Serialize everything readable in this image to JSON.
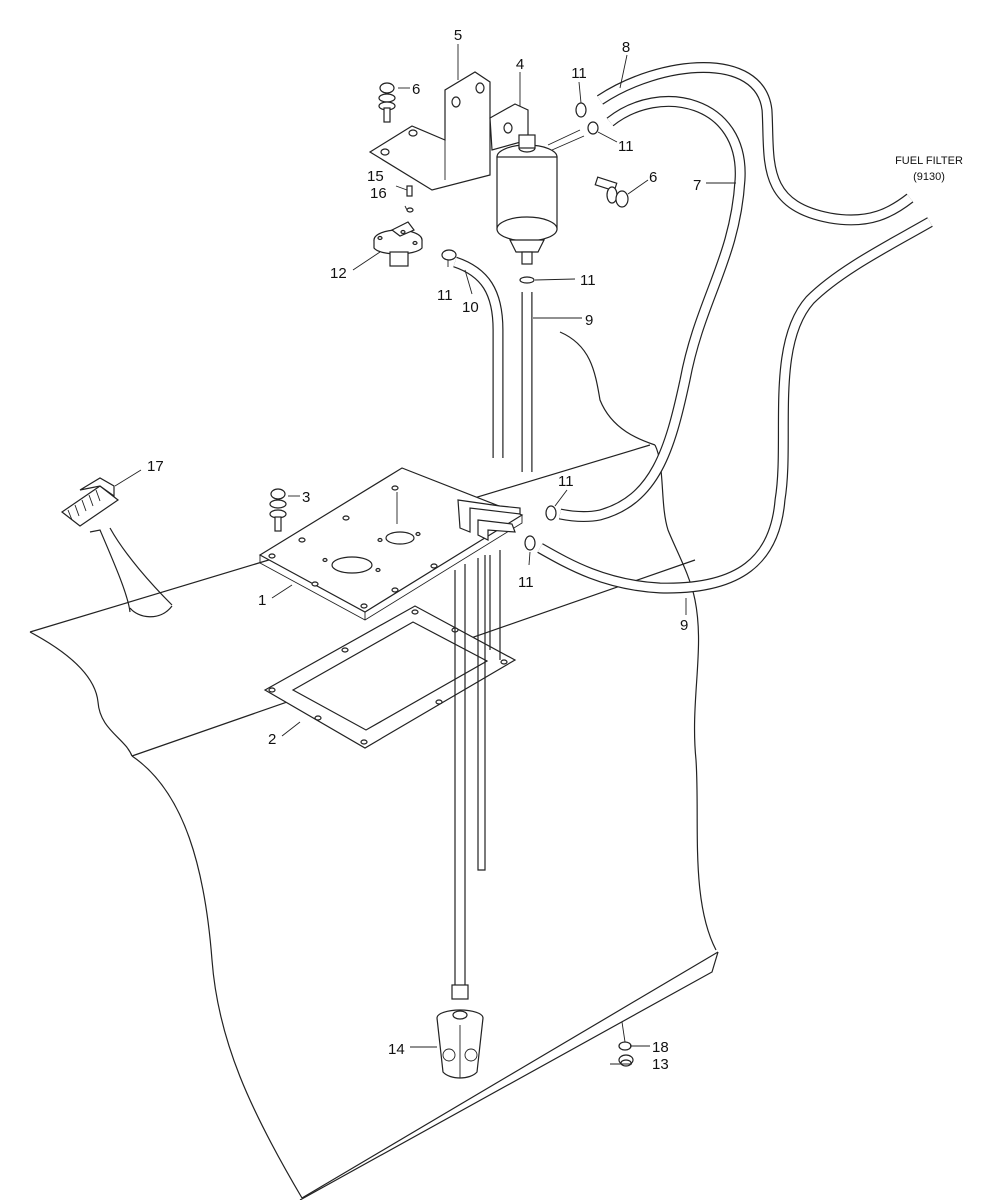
{
  "callouts": [
    {
      "id": "c1",
      "label": "1"
    },
    {
      "id": "c2",
      "label": "2"
    },
    {
      "id": "c3",
      "label": "3"
    },
    {
      "id": "c4",
      "label": "4"
    },
    {
      "id": "c5",
      "label": "5"
    },
    {
      "id": "c6a",
      "label": "6"
    },
    {
      "id": "c6b",
      "label": "6"
    },
    {
      "id": "c7",
      "label": "7"
    },
    {
      "id": "c8",
      "label": "8"
    },
    {
      "id": "c9a",
      "label": "9"
    },
    {
      "id": "c9b",
      "label": "9"
    },
    {
      "id": "c10",
      "label": "10"
    },
    {
      "id": "c11a",
      "label": "11"
    },
    {
      "id": "c11b",
      "label": "11"
    },
    {
      "id": "c11c",
      "label": "11"
    },
    {
      "id": "c11d",
      "label": "11"
    },
    {
      "id": "c11e",
      "label": "11"
    },
    {
      "id": "c11f",
      "label": "11"
    },
    {
      "id": "c12",
      "label": "12"
    },
    {
      "id": "c13",
      "label": "13"
    },
    {
      "id": "c14",
      "label": "14"
    },
    {
      "id": "c15",
      "label": "15"
    },
    {
      "id": "c16",
      "label": "16"
    },
    {
      "id": "c17",
      "label": "17"
    },
    {
      "id": "c18",
      "label": "18"
    }
  ],
  "annotations": {
    "fuel_filter_title": "FUEL FILTER",
    "fuel_filter_ref": "(9130)"
  }
}
